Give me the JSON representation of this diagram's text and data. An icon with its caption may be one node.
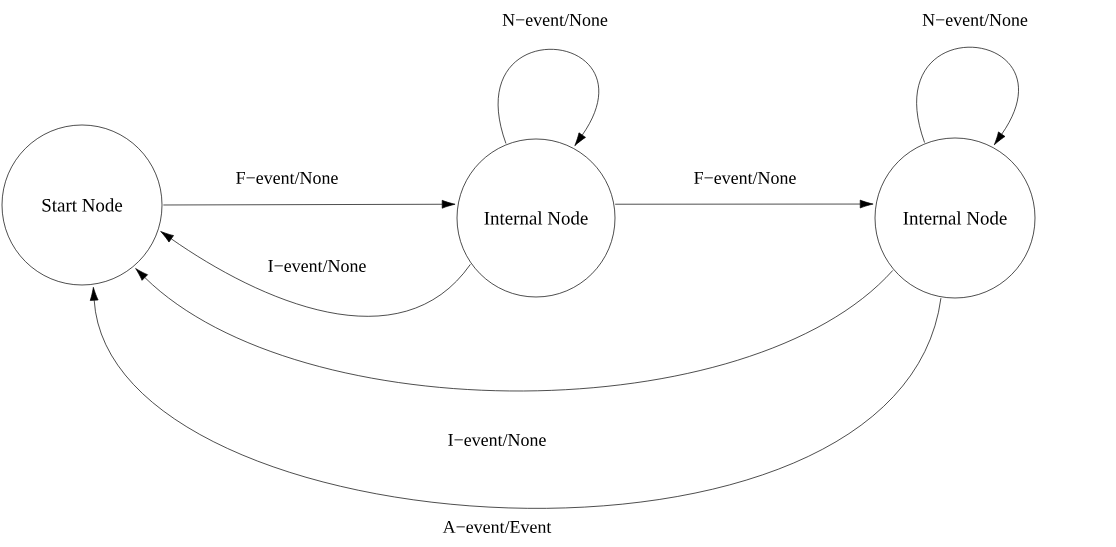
{
  "diagram": {
    "nodes": [
      {
        "text": [
          "Start Node"
        ]
      },
      {
        "text": [
          "Internal Node"
        ]
      },
      {
        "text": [
          "Internal Node"
        ]
      }
    ],
    "edges": [
      {
        "from": 0,
        "to": 1,
        "arrow": "to",
        "label": "F−event/None"
      },
      {
        "from": 1,
        "to": 1,
        "arrow": "to",
        "label": "N−event/None"
      },
      {
        "from": 1,
        "to": 2,
        "arrow": "to",
        "label": "F−event/None"
      },
      {
        "from": 2,
        "to": 2,
        "arrow": "to",
        "label": "N−event/None"
      },
      {
        "from": 1,
        "to": 0,
        "arrow": "to",
        "label": "I−event/None"
      },
      {
        "from": 2,
        "to": 0,
        "arrow": "to",
        "label": "I−event/None"
      },
      {
        "from": 2,
        "to": 0,
        "arrow": "to",
        "label": "A−event/Event"
      }
    ]
  }
}
